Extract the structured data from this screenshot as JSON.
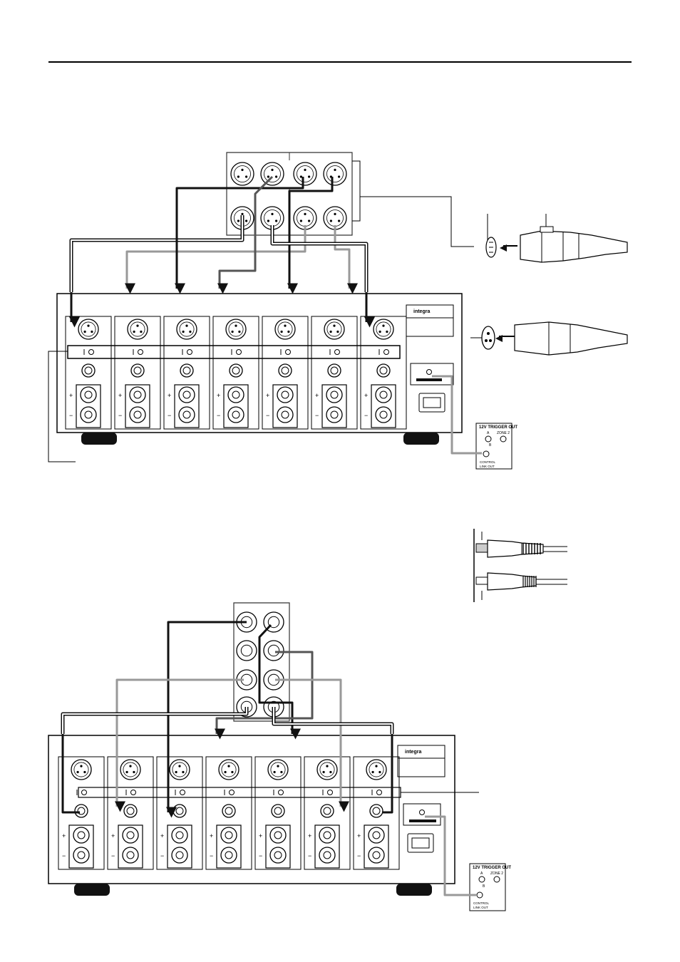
{
  "amp_top": {
    "brand": "integra"
  },
  "amp_bottom": {
    "brand": "integra"
  },
  "trigger_top": {
    "title": "12V TRIGGER OUT",
    "a_label": "A",
    "zone_label": "ZONE 2",
    "b_label": "B",
    "control_label_1": "CONTROL",
    "control_label_2": "LINK OUT"
  },
  "trigger_bottom": {
    "title": "12V TRIGGER OUT",
    "a_label": "A",
    "zone_label": "ZONE 2",
    "b_label": "B",
    "control_label_1": "CONTROL",
    "control_label_2": "LINK OUT"
  },
  "terminals": {
    "plus": "+",
    "minus": "−"
  },
  "colors": {
    "black_cable": "#111111",
    "gray_cable": "#9a9a9a",
    "dark_cable": "#555555"
  }
}
